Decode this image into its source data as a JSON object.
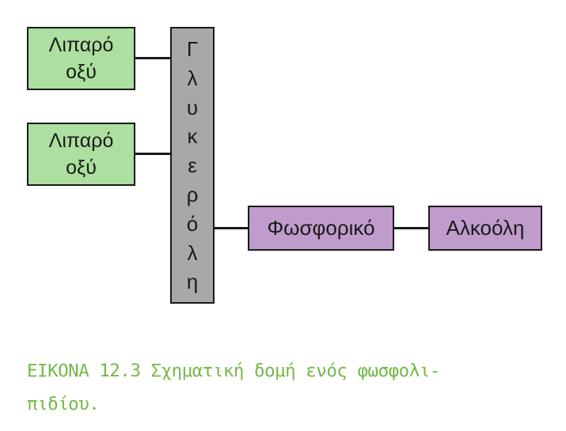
{
  "diagram": {
    "fatty_acid_1": "Λιπαρό\nοξύ",
    "fatty_acid_2": "Λιπαρό\nοξύ",
    "glycerol_letters": [
      "Γ",
      "λ",
      "υ",
      "κ",
      "ε",
      "ρ",
      "ό",
      "λ",
      "η"
    ],
    "phosphate": "Φωσφορικό",
    "alcohol": "Αλκοόλη"
  },
  "caption": "ΕΙΚΟΝΑ 12.3 Σχηματική δομή ενός φωσφολι-\nπιδίου.",
  "colors": {
    "fatty_acid_fill": "#addfa0",
    "glycerol_fill": "#a8a8aa",
    "phosphate_fill": "#c09ccc",
    "caption_text": "#76b84a"
  }
}
